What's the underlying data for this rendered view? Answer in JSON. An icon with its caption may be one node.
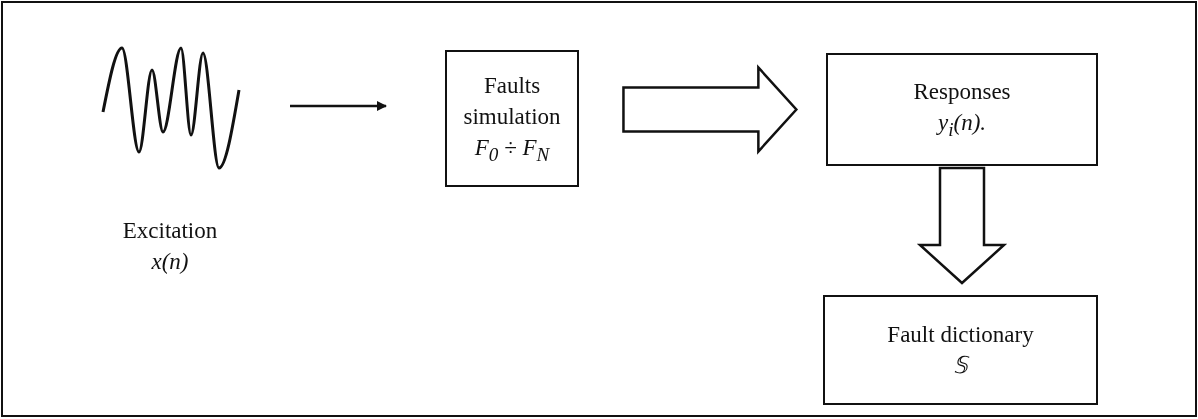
{
  "diagram": {
    "nodes": [
      {
        "text": [
          "Excitation",
          "x(n)"
        ]
      },
      {
        "text": [
          "Faults simulation",
          "F$_{0}$ ÷ F$_{N}$"
        ]
      },
      {
        "text": [
          "Responses",
          "y$_{i}$(n)."
        ]
      },
      {
        "text": [
          "Fault dictionary",
          "𝕊"
        ]
      }
    ],
    "edges": [
      {
        "from": 0,
        "to": 1,
        "arrow": "to"
      },
      {
        "from": 1,
        "to": 2,
        "arrow": "to",
        "style": "thick"
      },
      {
        "from": 2,
        "to": 3,
        "arrow": "to",
        "style": "thick"
      }
    ]
  }
}
